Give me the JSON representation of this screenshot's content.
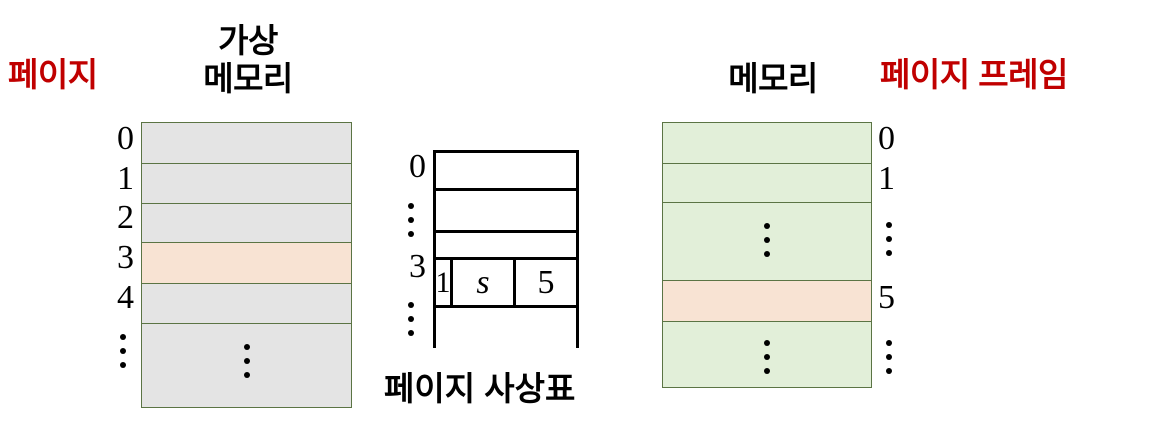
{
  "colors": {
    "accent_red": "#C00000",
    "virtual_memory_fill": "#E4E4E4",
    "physical_memory_fill": "#E2EFD9",
    "highlight_fill": "#F8E3D3",
    "table_border_green": "#5B7444",
    "map_border_black": "#000000"
  },
  "headers": {
    "page_label": "페이지",
    "virtual_memory_line1": "가상",
    "virtual_memory_line2": "메모리",
    "memory_label": "메모리",
    "page_frame_label": "페이지 프레임"
  },
  "virtual_memory": {
    "caption": "가상 메모리",
    "row_labels": [
      "0",
      "1",
      "2",
      "3",
      "4",
      "⋮"
    ],
    "rows": [
      {
        "index": "0",
        "highlighted": false,
        "content": ""
      },
      {
        "index": "1",
        "highlighted": false,
        "content": ""
      },
      {
        "index": "2",
        "highlighted": false,
        "content": ""
      },
      {
        "index": "3",
        "highlighted": true,
        "content": ""
      },
      {
        "index": "4",
        "highlighted": false,
        "content": ""
      },
      {
        "index": "⋮",
        "highlighted": false,
        "content": "⋮"
      }
    ]
  },
  "page_map_table": {
    "caption": "페이지 사상표",
    "row_labels": [
      "0",
      "⋮",
      "3",
      "⋮"
    ],
    "rows": [
      {
        "index": "0",
        "cells": []
      },
      {
        "index": "",
        "cells": []
      },
      {
        "index": "⋮",
        "cells": []
      },
      {
        "index": "3",
        "cells": [
          "1",
          "s",
          "5"
        ]
      },
      {
        "index": "⋮",
        "cells": []
      }
    ],
    "entry": {
      "valid_bit": "1",
      "flag": "s",
      "frame_number": "5"
    }
  },
  "physical_memory": {
    "caption": "메모리",
    "frame_labels": [
      "0",
      "1",
      "⋮",
      "5",
      "⋮"
    ],
    "rows": [
      {
        "index": "0",
        "highlighted": false,
        "content": ""
      },
      {
        "index": "1",
        "highlighted": false,
        "content": ""
      },
      {
        "index": "⋮",
        "highlighted": false,
        "content": "⋮"
      },
      {
        "index": "5",
        "highlighted": true,
        "content": ""
      },
      {
        "index": "⋮",
        "highlighted": false,
        "content": "⋮"
      }
    ]
  }
}
